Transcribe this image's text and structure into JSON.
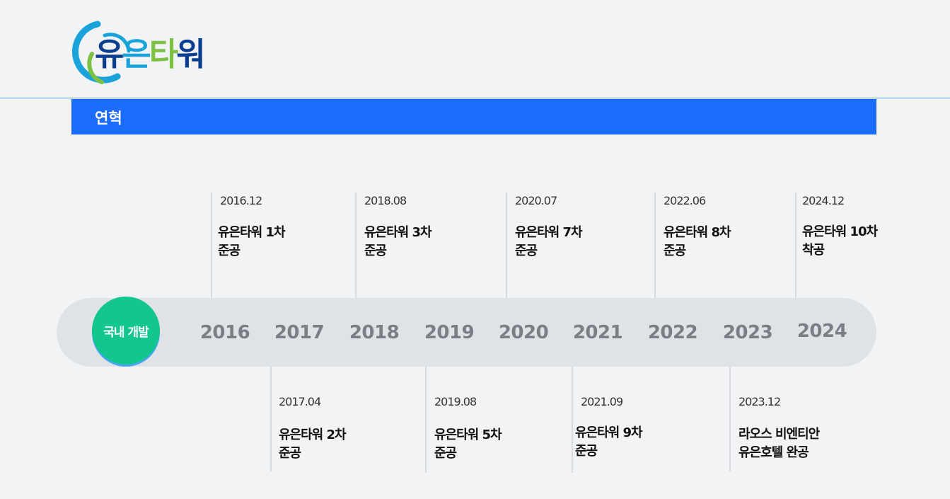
{
  "brand": {
    "name_parts": [
      "유",
      "은",
      "타",
      "워"
    ],
    "colors": {
      "navy": "#0a3d8f",
      "sky": "#1aa3d9",
      "green": "#7cc142"
    }
  },
  "header": {
    "title": "연혁",
    "bar_color": "#1c6cfc"
  },
  "timeline": {
    "badge_label": "국내 개발",
    "years": [
      "2016",
      "2017",
      "2018",
      "2019",
      "2020",
      "2021",
      "2022",
      "2023",
      "2024"
    ],
    "events_top": [
      {
        "date": "2016.12",
        "line1": "유은타워 1차",
        "line2": "준공"
      },
      {
        "date": "2018.08",
        "line1": "유은타워 3차",
        "line2": "준공"
      },
      {
        "date": "2020.07",
        "line1": "유은타워 7차",
        "line2": "준공"
      },
      {
        "date": "2022.06",
        "line1": "유은타워 8차",
        "line2": "준공"
      },
      {
        "date": "2024.12",
        "line1": "유은타워 10차",
        "line2": "착공"
      }
    ],
    "events_bottom": [
      {
        "date": "2017.04",
        "line1": "유은타워 2차",
        "line2": "준공"
      },
      {
        "date": "2019.08",
        "line1": "유은타워 5차",
        "line2": "준공"
      },
      {
        "date": "2021.09",
        "line1": "유은타워 9차",
        "line2": "준공"
      },
      {
        "date": "2023.12",
        "line1": "라오스 비엔티안",
        "line2": "유은호텔 완공"
      }
    ]
  }
}
